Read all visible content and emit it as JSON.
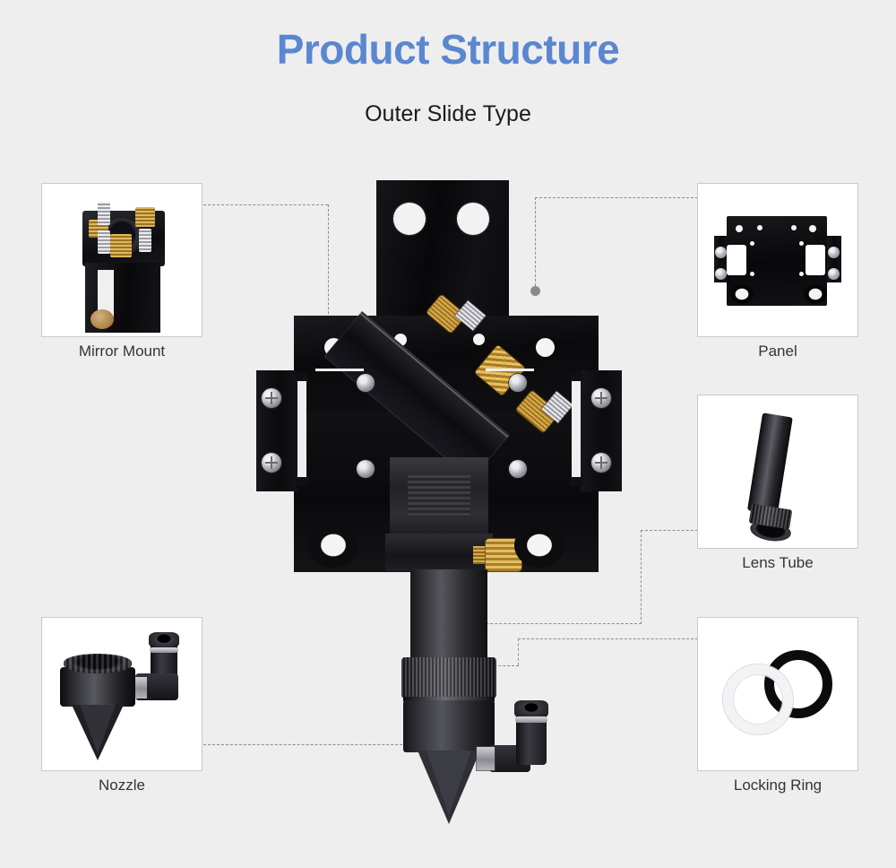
{
  "header": {
    "title": "Product Structure",
    "subtitle": "Outer Slide Type",
    "title_color": "#5b87d0",
    "subtitle_color": "#1b1b1b"
  },
  "page": {
    "background_color": "#eeeeee",
    "box_background_color": "#ffffff",
    "box_border_color": "#c9c9c9",
    "leader_line_color": "#8d8d8d",
    "leader_dot_color": "#8a8a8a"
  },
  "callouts": [
    {
      "id": "mirror-mount",
      "label": "Mirror Mount",
      "position": "top-left",
      "description": "Black anodized mirror mount block with brass and silver adjustment screws and a brass foot"
    },
    {
      "id": "panel",
      "label": "Panel",
      "position": "top-right",
      "description": "Black rectangular mounting panel plate with drilled holes, side rails and screws"
    },
    {
      "id": "lens-tube",
      "label": "Lens Tube",
      "position": "middle-right",
      "description": "Black cylindrical lens tube with knurled ring at the lower end"
    },
    {
      "id": "nozzle",
      "label": "Nozzle",
      "position": "bottom-left",
      "description": "Black conical nozzle with threaded top and elbow air fitting"
    },
    {
      "id": "locking-ring",
      "label": "Locking Ring",
      "position": "bottom-right",
      "description": "Two overlapping locking rings, one white translucent and one black"
    }
  ],
  "assembly": {
    "name": "Laser head outer slide type assembly",
    "parts": [
      "back mounting plate",
      "cross body",
      "diagonal mirror bar",
      "brass adjustment screws",
      "side rails with screws",
      "lens tube",
      "knurled locking ring",
      "nozzle cone",
      "elbow air fitting",
      "brass thumbscrew"
    ]
  }
}
